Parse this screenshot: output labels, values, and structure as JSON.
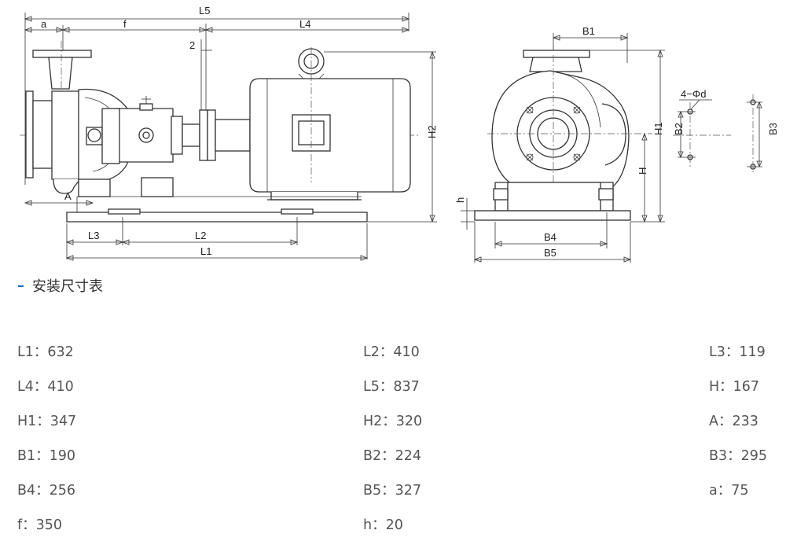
{
  "drawing": {
    "dimension_labels": {
      "L5": "L5",
      "a": "a",
      "f": "f",
      "L4": "L4",
      "two": "2",
      "H2": "H2",
      "A": "A",
      "L3": "L3",
      "L2": "L2",
      "L1": "L1",
      "B1": "B1",
      "H1": "H1",
      "H": "H",
      "h": "h",
      "B4": "B4",
      "B5": "B5",
      "four_phi_d": "4−Φd",
      "B2": "B2",
      "B3": "B3"
    }
  },
  "section": {
    "title": "安装尺寸表"
  },
  "specs": [
    [
      "L1：632",
      "L2：410",
      "L3：119"
    ],
    [
      "L4：410",
      "L5：837",
      "H：167"
    ],
    [
      "H1：347",
      "H2：320",
      "A：233"
    ],
    [
      "B1：190",
      "B2：224",
      "B3：295"
    ],
    [
      "B4：256",
      "B5：327",
      "a：75"
    ],
    [
      "f：350",
      "h：20",
      ""
    ]
  ]
}
